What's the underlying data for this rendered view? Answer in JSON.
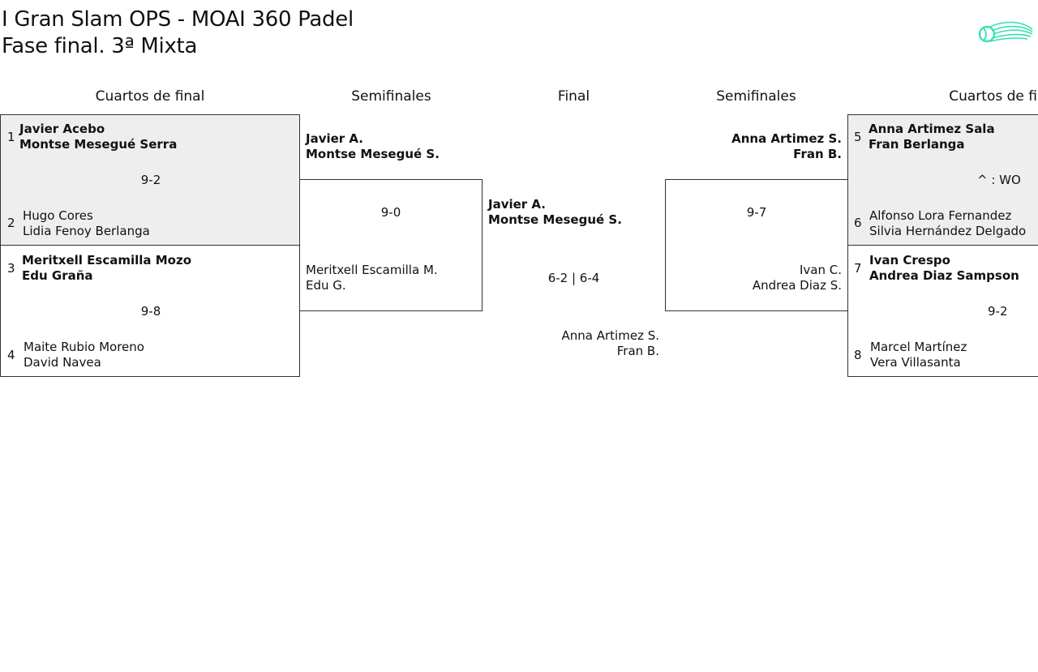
{
  "page": {
    "title_line1": "I Gran Slam OPS - MOAI 360 Padel",
    "title_line2": "Fase final. 3ª Mixta",
    "logo_icon": "tennis-ball-speed-logo",
    "accent": "#2fe0b0"
  },
  "headers": {
    "qf_left": "Cuartos de final",
    "sf_left": "Semifinales",
    "final": "Final",
    "sf_right": "Semifinales",
    "qf_right": "Cuartos de fin"
  },
  "qf_left": [
    {
      "top": {
        "seed": "1",
        "p1": "Javier Acebo",
        "p2": "Montse Mesegué Serra"
      },
      "bottom": {
        "seed": "2",
        "p1": "Hugo Cores",
        "p2": "Lidia Fenoy Berlanga"
      },
      "score": "9-2"
    },
    {
      "top": {
        "seed": "3",
        "p1": "Meritxell Escamilla Mozo",
        "p2": "Edu Graña"
      },
      "bottom": {
        "seed": "4",
        "p1": "Maite Rubio Moreno",
        "p2": "David Navea"
      },
      "score": "9-8"
    }
  ],
  "sf_left": {
    "top": {
      "p1": "Javier A.",
      "p2": "Montse Mesegué S."
    },
    "bottom": {
      "p1": "Meritxell Escamilla M.",
      "p2": "Edu G."
    },
    "score": "9-0"
  },
  "final": {
    "top": {
      "p1": "Javier A.",
      "p2": "Montse Mesegué S."
    },
    "bottom": {
      "p1": "Anna Artimez S.",
      "p2": "Fran B."
    },
    "score": "6-2 | 6-4"
  },
  "sf_right": {
    "top": {
      "p1": "Anna Artimez S.",
      "p2": "Fran B."
    },
    "bottom": {
      "p1": "Ivan C.",
      "p2": "Andrea Diaz S."
    },
    "score": "9-7"
  },
  "qf_right": [
    {
      "top": {
        "seed": "5",
        "p1": "Anna Artimez Sala",
        "p2": "Fran Berlanga"
      },
      "bottom": {
        "seed": "6",
        "p1": "Alfonso Lora Fernandez",
        "p2": "Silvia Hernández Delgado"
      },
      "score": "^ : WO"
    },
    {
      "top": {
        "seed": "7",
        "p1": "Ivan Crespo",
        "p2": "Andrea Diaz Sampson"
      },
      "bottom": {
        "seed": "8",
        "p1": "Marcel Martínez",
        "p2": "Vera Villasanta"
      },
      "score": "9-2"
    }
  ]
}
